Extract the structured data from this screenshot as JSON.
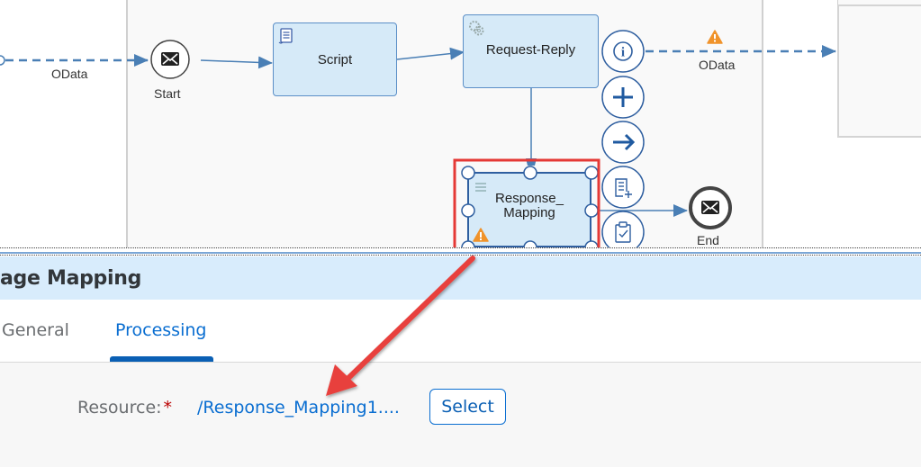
{
  "diagram": {
    "sender_channel_label": "OData",
    "receiver_channel_label": "OData",
    "start_event_label": "Start",
    "end_event_label": "End",
    "steps": [
      {
        "label": "Script",
        "icon": "script-icon"
      },
      {
        "label": "Request-Reply",
        "icon": "gear-icon"
      },
      {
        "label": "Response_\nMapping",
        "line1": "Response_",
        "line2": "Mapping",
        "icon": "mapping-icon",
        "selected": true,
        "warning": true
      }
    ],
    "context_actions": [
      {
        "name": "info",
        "icon": "info-icon"
      },
      {
        "name": "add",
        "icon": "plus-icon"
      },
      {
        "name": "connect",
        "icon": "arrow-right-icon"
      },
      {
        "name": "add-step",
        "icon": "add-list-icon"
      },
      {
        "name": "validate",
        "icon": "clipboard-check-icon"
      }
    ],
    "receiver_warning": true
  },
  "properties": {
    "title": "age Mapping",
    "tabs": [
      {
        "label": "General",
        "active": false
      },
      {
        "label": "Processing",
        "active": true
      }
    ],
    "resource_label": "Resource:",
    "required_marker": "*",
    "resource_value": "/Response_Mapping1....",
    "select_button": "Select"
  },
  "colors": {
    "accent": "#0a6ed1",
    "node_fill": "#d6eaf8",
    "node_border": "#5b8fc7",
    "connector": "#4a7fb5",
    "warning": "#f0932b",
    "highlight": "#e53935",
    "title_bar": "#d8ecfc"
  }
}
